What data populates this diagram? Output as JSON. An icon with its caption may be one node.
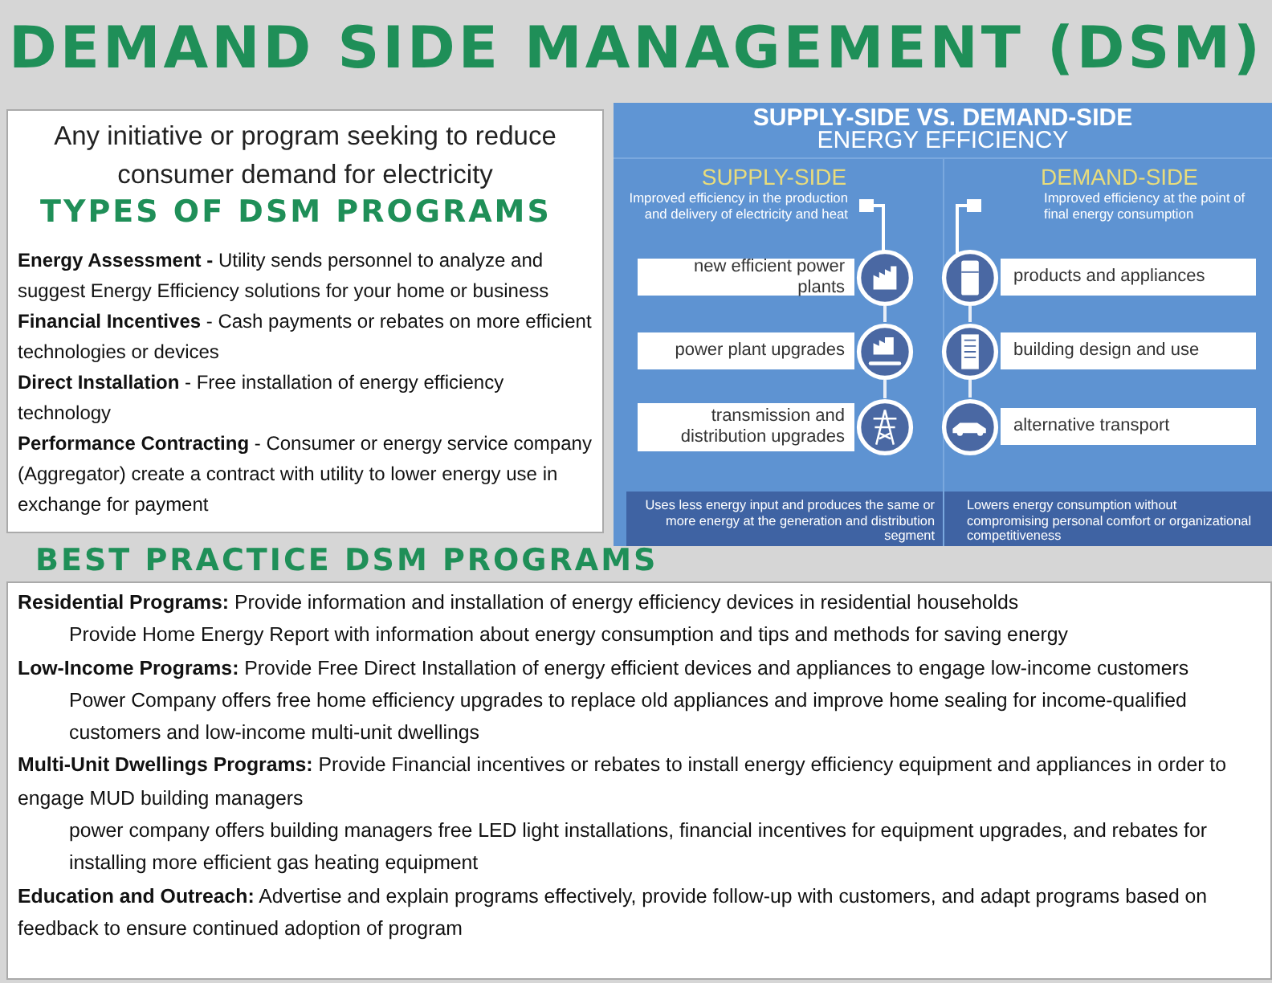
{
  "diagram": {
    "title": "DEMAND SIDE MANAGEMENT (DSM)",
    "nodes": [
      {
        "text": [
          "new efficient power plants"
        ]
      },
      {
        "text": [
          "power plant upgrades"
        ]
      },
      {
        "text": [
          "transmission and distribution upgrades"
        ]
      },
      {
        "text": [
          "products and appliances"
        ]
      },
      {
        "text": [
          "building design and use"
        ]
      },
      {
        "text": [
          "alternative transport"
        ]
      }
    ],
    "edges": [
      {
        "from": 0,
        "to": 1,
        "arrow": "none"
      },
      {
        "from": 1,
        "to": 2,
        "arrow": "none"
      },
      {
        "from": 3,
        "to": 4,
        "arrow": "none"
      },
      {
        "from": 4,
        "to": 5,
        "arrow": "none"
      }
    ],
    "labels": [
      "Any initiative or program seeking to reduce consumer demand for electricity",
      "TYPES OF DSM PROGRAMS",
      "**Energy Assessment -** Utility sends personnel to analyze and suggest Energy Efficiency solutions for your home or business",
      "**Financial Incentives** - Cash payments or rebates on more efficient technologies or devices",
      "**Direct Installation** - Free installation of energy efficiency technology",
      "**Performance Contracting** - Consumer or energy service company (Aggregator) create a contract with utility to lower energy use in exchange for payment",
      "SUPPLY-SIDE VS. DEMAND-SIDE",
      "ENERGY EFFICIENCY",
      "SUPPLY-SIDE",
      "Improved efficiency in the production and delivery of electricity and heat",
      "DEMAND-SIDE",
      "Improved efficiency at the point of final energy consumption",
      "Uses less energy input and produces the same or more energy at the generation and distribution segment",
      "Lowers energy consumption without compromising personal comfort or organizational competitiveness",
      "BEST PRACTICE DSM PROGRAMS",
      "**Residential Programs:** Provide information and installation of energy efficiency devices in residential households",
      "Provide Home Energy Report with information about energy consumption and tips and methods for saving energy",
      "**Low-Income Programs:** Provide Free Direct Installation of energy efficient devices and appliances to engage low-income customers",
      "Power Company offers free home efficiency upgrades to replace old appliances and improve home sealing for income-qualified customers and low-income multi-unit dwellings",
      "**Multi-Unit Dwellings Programs:** Provide Financial incentives or rebates to install energy efficiency equipment and appliances in order to engage MUD building managers",
      "power company offers building managers free LED light installations, financial incentives for equipment upgrades, and rebates for installing more efficient gas heating equipment",
      "**Education and Outreach:** Advertise and explain programs effectively, provide follow-up with customers, and adapt programs based on feedback to ensure continued adoption of program"
    ]
  }
}
